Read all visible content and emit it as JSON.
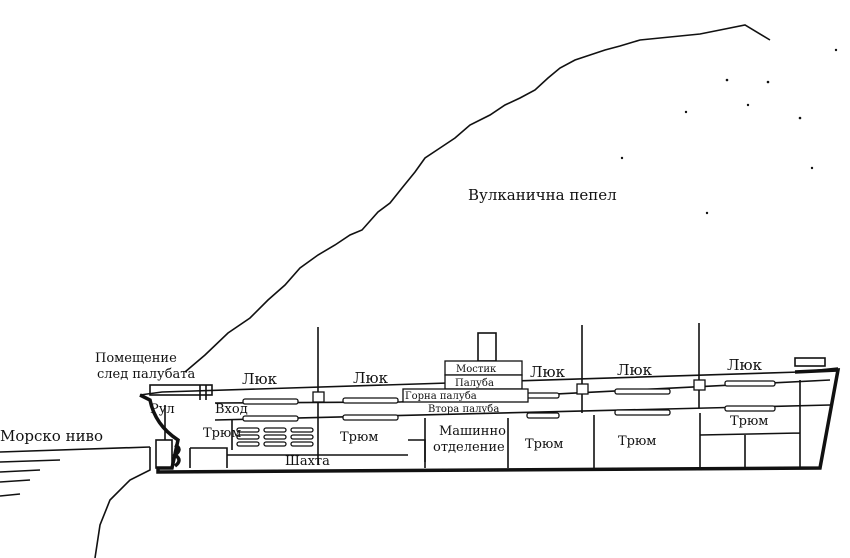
{
  "labels": {
    "ash": "Вулканична пепел",
    "aft_room_line1": "Помещение",
    "aft_room_line2": "след палубата",
    "hatches": [
      "Люк",
      "Люк",
      "Люк",
      "Люк",
      "Люк"
    ],
    "bridge": "Мостик",
    "deck": "Палуба",
    "upper_deck": "Горна палуба",
    "second_deck": "Втора палуба",
    "rudder": "Рул",
    "entrance": "Вход",
    "holds": [
      "Трюм",
      "Трюм",
      "Трюм",
      "Трюм",
      "Трюм"
    ],
    "engine_room_line1": "Машинно",
    "engine_room_line2": "отделение",
    "shaft": "Шахта",
    "sea_level": "Морско ниво"
  }
}
